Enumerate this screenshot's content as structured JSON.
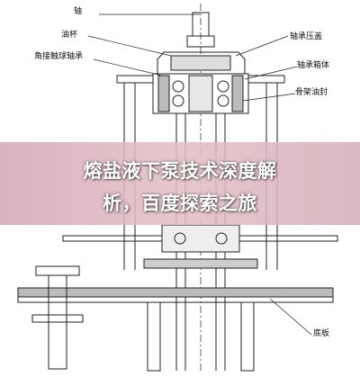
{
  "labels": {
    "shaft": "轴",
    "oil_baffle": "油杯",
    "angular_bearing": "角接触球轴承",
    "bearing_cover": "轴承压盖",
    "bearing_box": "轴承箱体",
    "oil_cup": "骨架油封",
    "bottom_plate": "底板"
  },
  "banner": {
    "line1": "熔盐液下泵技术深度解",
    "line2": "析，百度探索之旅"
  }
}
